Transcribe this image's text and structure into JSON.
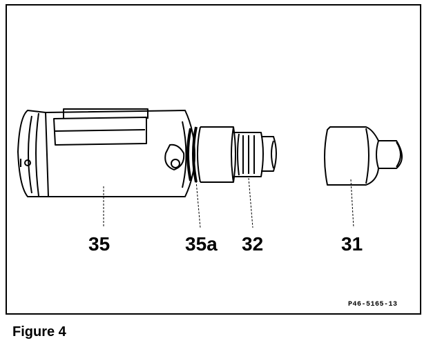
{
  "figure": {
    "caption": "Figure 4",
    "reference_code": "P46-5165-13"
  },
  "callouts": {
    "part_35": "35",
    "part_35a": "35a",
    "part_32": "32",
    "part_31": "31"
  },
  "colors": {
    "ink": "#000000",
    "paper": "#ffffff"
  }
}
